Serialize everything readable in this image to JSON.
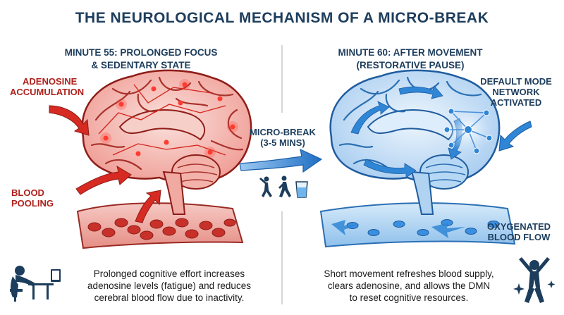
{
  "title": "THE NEUROLOGICAL MECHANISM OF A MICRO-BREAK",
  "left_panel": {
    "heading_line1": "MINUTE 55: PROLONGED FOCUS",
    "heading_line2": "& SEDENTARY STATE",
    "label_adenosine_line1": "ADENOSINE",
    "label_adenosine_line2": "ACCUMULATION",
    "label_blood_line1": "BLOOD",
    "label_blood_line2": "POOLING",
    "caption_line1": "Prolonged cognitive effort increases",
    "caption_line2": "adenosine levels (fatigue) and reduces",
    "caption_line3": "cerebral blood flow due to inactivity."
  },
  "center": {
    "label_line1": "MICRO-BREAK",
    "label_line2": "(3-5 MINS)"
  },
  "right_panel": {
    "heading_line1": "MINUTE 60: AFTER MOVEMENT",
    "heading_line2": "(RESTORATIVE PAUSE)",
    "label_dmn_line1": "DEFAULT MODE",
    "label_dmn_line2": "NETWORK",
    "label_dmn_line3": "ACTIVATED",
    "label_flow_line1": "OXYGENATED",
    "label_flow_line2": "BLOOD FLOW",
    "caption_line1": "Short movement refreshes blood supply,",
    "caption_line2": "clears adenosine, and allows the DMN",
    "caption_line3": "to reset cognitive resources."
  },
  "colors": {
    "title": "#1d3d5c",
    "fatigue_red": "#c8302a",
    "restore_blue": "#2f86d6"
  }
}
